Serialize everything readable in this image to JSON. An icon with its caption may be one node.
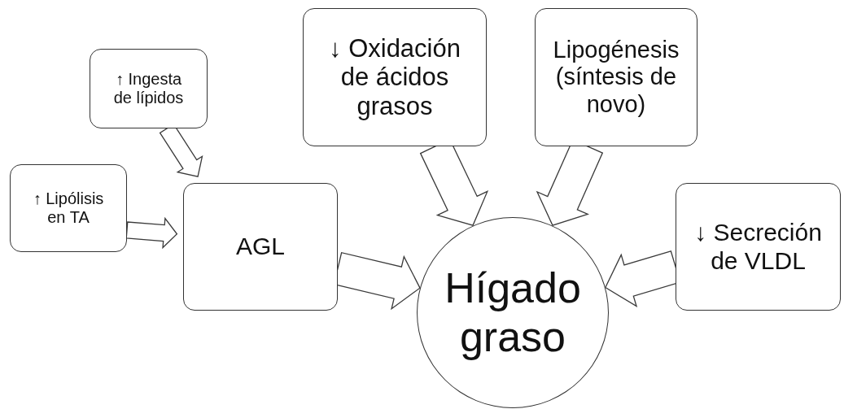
{
  "diagram": {
    "nodes": [
      {
        "text": [
          "↑ Ingesta de lípidos"
        ]
      },
      {
        "text": [
          "↑ Lipólisis en TA"
        ]
      },
      {
        "text": [
          "AGL"
        ]
      },
      {
        "text": [
          "↓ Oxidación de ácidos grasos"
        ]
      },
      {
        "text": [
          "Lipogénesis (síntesis de novo)"
        ]
      },
      {
        "text": [
          "↓ Secreción de VLDL"
        ]
      },
      {
        "text": [
          "Hígado graso"
        ]
      }
    ],
    "edges": [
      {
        "from": 0,
        "to": 2,
        "arrow": "to"
      },
      {
        "from": 1,
        "to": 2,
        "arrow": "to"
      },
      {
        "from": 2,
        "to": 6,
        "arrow": "to"
      },
      {
        "from": 3,
        "to": 6,
        "arrow": "to"
      },
      {
        "from": 4,
        "to": 6,
        "arrow": "to"
      },
      {
        "from": 5,
        "to": 6,
        "arrow": "to"
      }
    ]
  }
}
